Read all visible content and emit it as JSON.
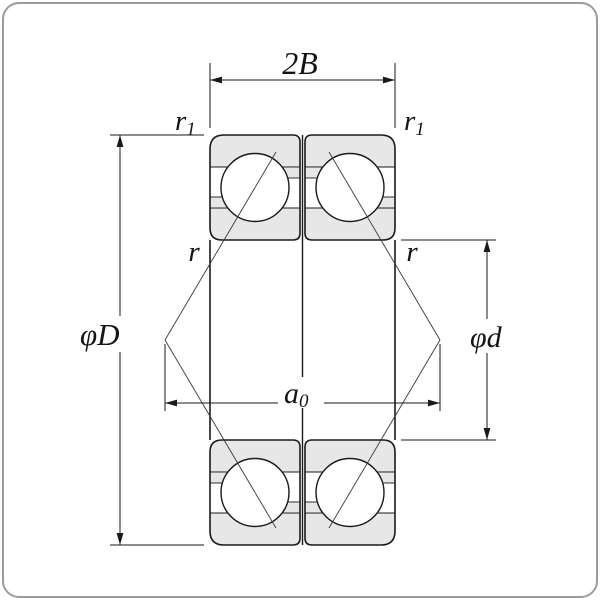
{
  "figure": {
    "labels": {
      "width_top": "2B",
      "corner_radius_top_left": {
        "base": "r",
        "sub": "1"
      },
      "corner_radius_top_right": {
        "base": "r",
        "sub": "1"
      },
      "fillet_left": "r",
      "fillet_right": "r",
      "outer_diameter": "φD",
      "bore_diameter": "φd",
      "load_center_distance": {
        "base": "a",
        "sub": "0"
      }
    },
    "colors": {
      "outline": "#1a1a1a",
      "ring_shade": "#e7e7e7",
      "contact_line": "#3a3a3a",
      "page_border": "#9b9b9b",
      "background": "#ffffff"
    }
  }
}
